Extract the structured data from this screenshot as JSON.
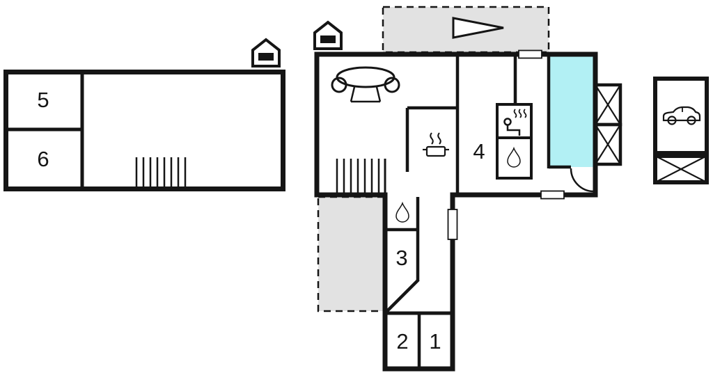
{
  "figure": {
    "kind": "floor-plan"
  },
  "plan": {
    "wall_color": "#151515",
    "background": "#ffffff",
    "terrace_fill": "#e2e2e2",
    "water_color": "#b2f0f4",
    "drop_color": "#7fe6f0",
    "pot_color": "#9a9a9a",
    "rooms": {
      "r1": {
        "label": "1"
      },
      "r2": {
        "label": "2"
      },
      "r3": {
        "label": "3"
      },
      "r4": {
        "label": "4"
      },
      "r5": {
        "label": "5"
      },
      "r6": {
        "label": "6"
      }
    },
    "icons": {
      "house": "house-icon",
      "arrow": "direction-arrow-icon",
      "sofa": "sofa-icon",
      "stove": "stove-icon",
      "sauna": "sauna-icon",
      "drop": "water-drop-icon",
      "stairs": "stairs-icon",
      "car": "car-icon",
      "cross_box": "cross-box-icon",
      "window": "window-icon",
      "door": "door-icon"
    }
  }
}
